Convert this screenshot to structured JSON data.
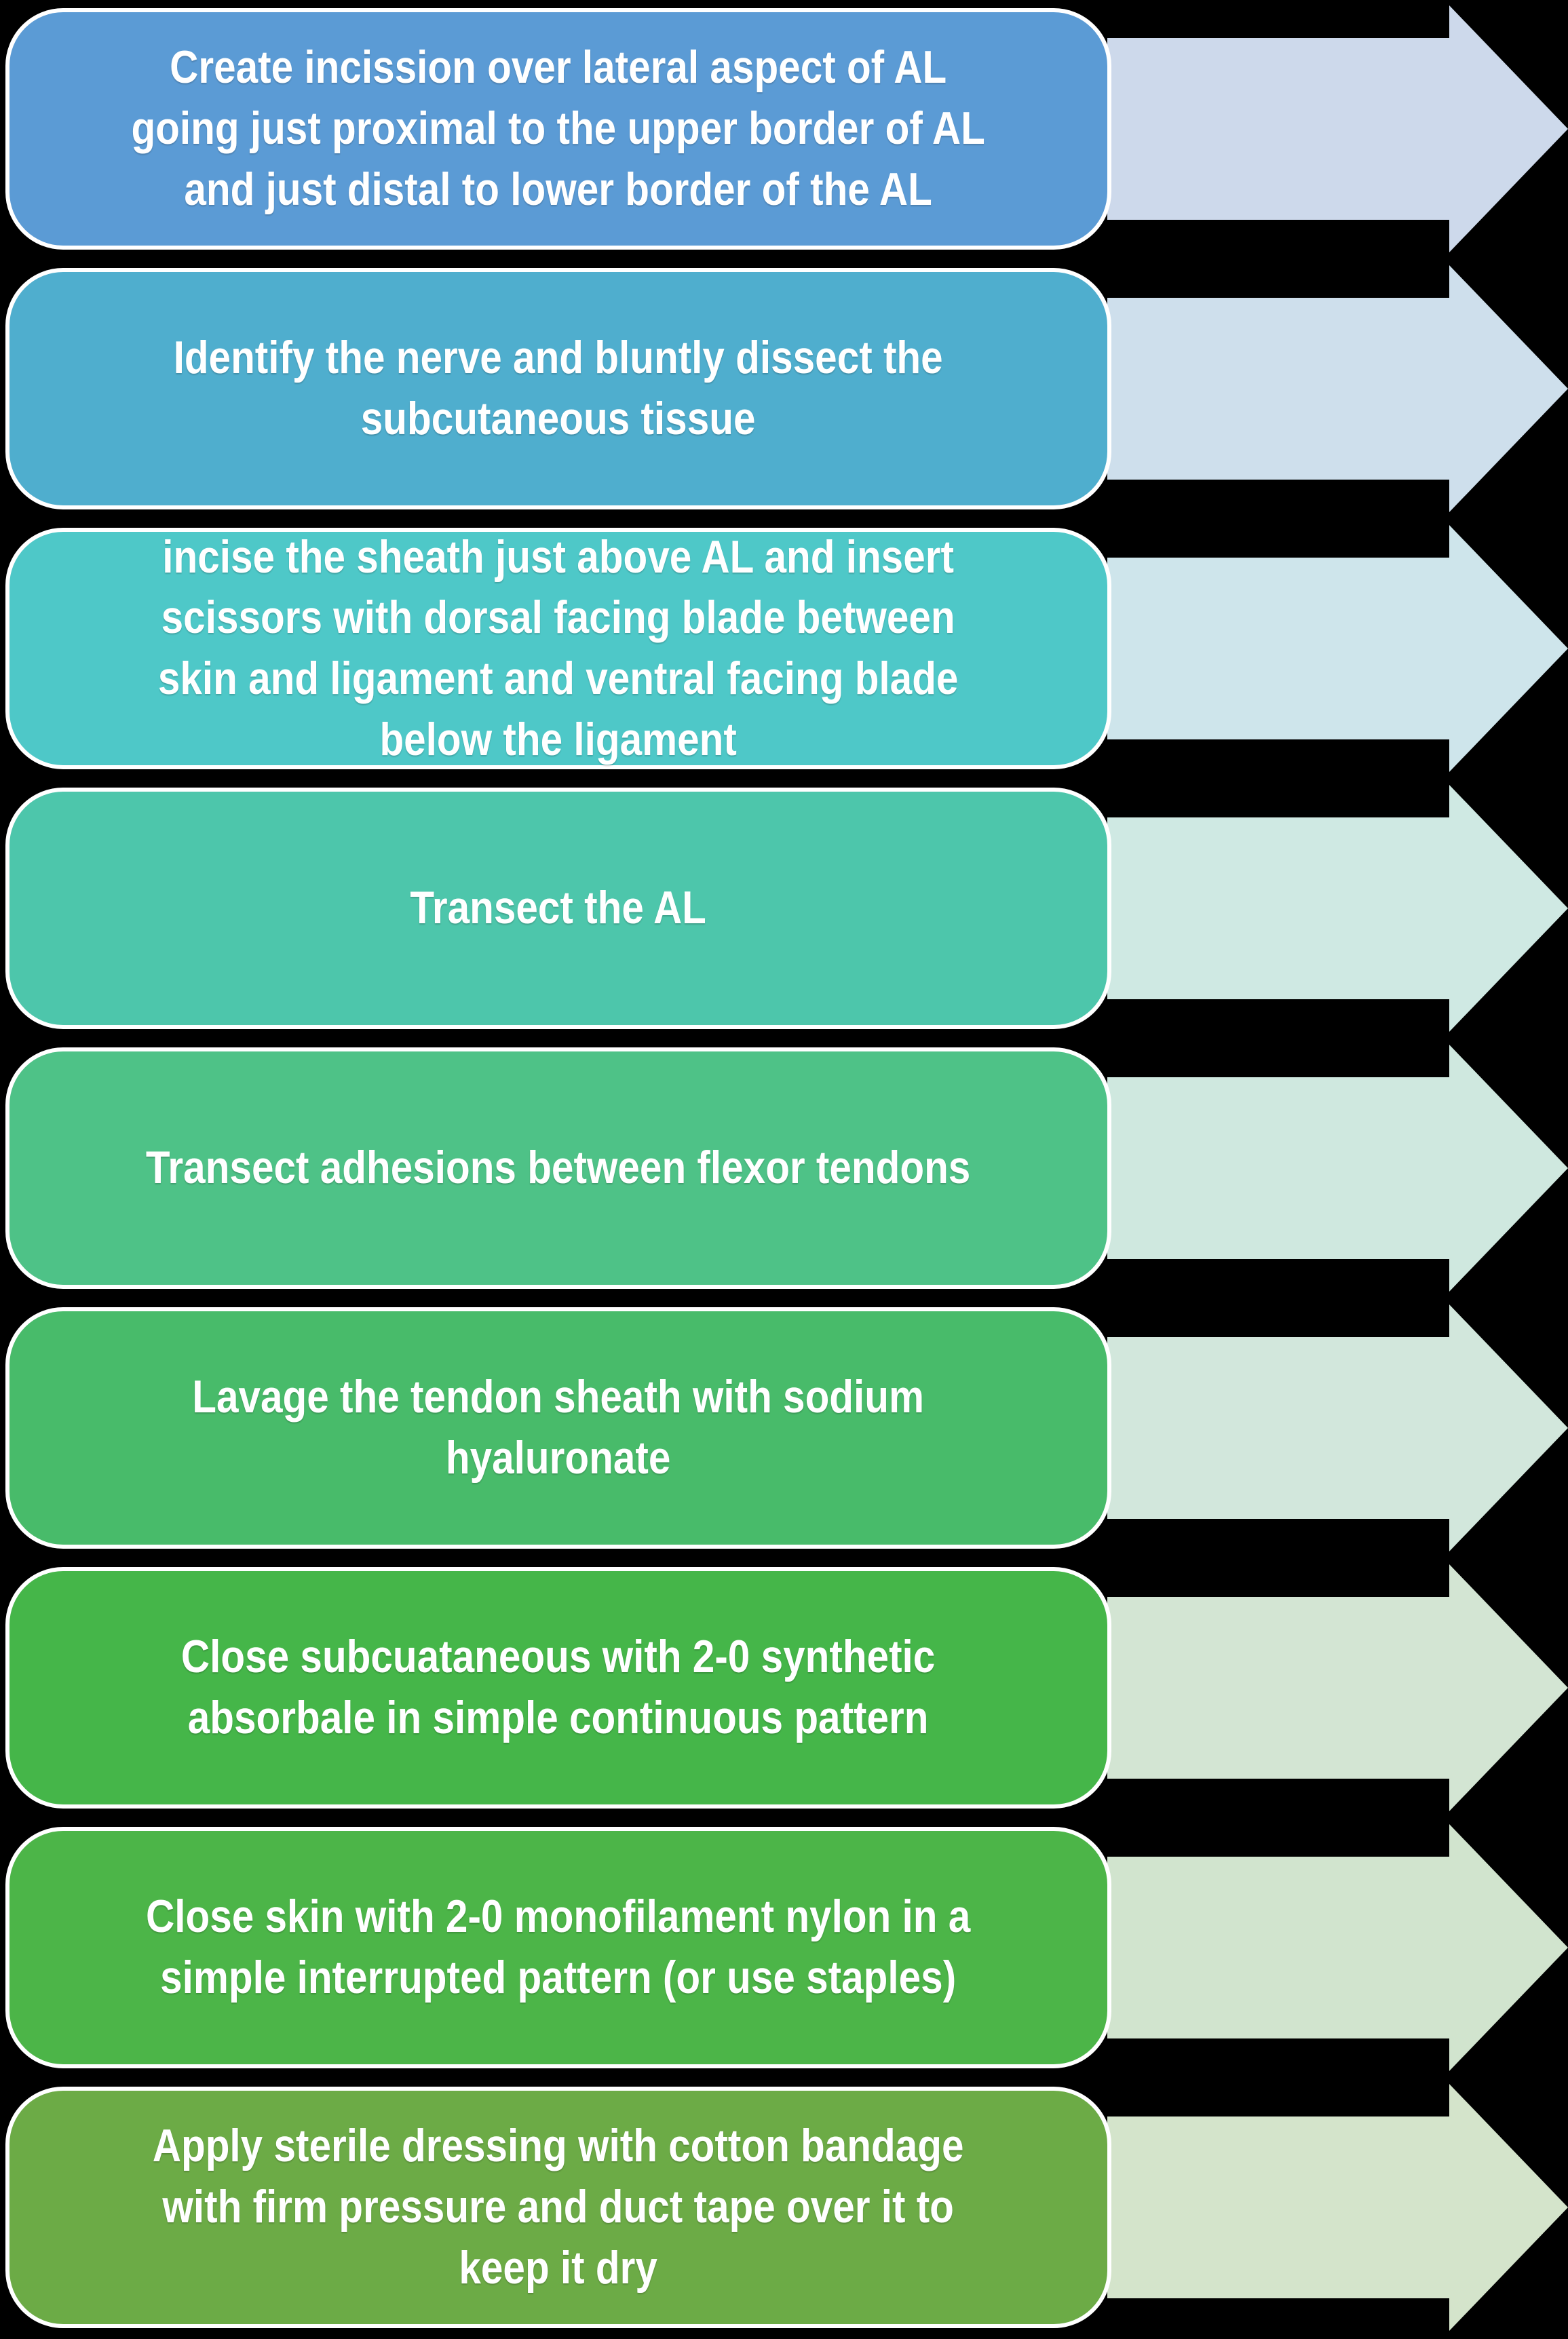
{
  "diagram": {
    "background_color": "#000000",
    "box_border_color": "#ffffff",
    "text_color": "#ffffff",
    "steps": [
      {
        "text": "Create incission over lateral aspect of AL\ngoing just proximal to the upper border of AL\nand just distal to lower border of the AL",
        "box_color": "#5B9BD5",
        "arrow_color": "#CDD9EB"
      },
      {
        "text": "Identify the nerve and bluntly dissect the\nsubcutaneous tissue",
        "box_color": "#4FAECE",
        "arrow_color": "#CEDFEC"
      },
      {
        "text": "incise the sheath just above AL and insert\nscissors with dorsal facing blade between\nskin and ligament and ventral facing blade\nbelow the ligament",
        "box_color": "#4EC8C8",
        "arrow_color": "#CEE5EB"
      },
      {
        "text": "Transect the AL",
        "box_color": "#4DC6AB",
        "arrow_color": "#CFE9E3"
      },
      {
        "text": "Transect adhesions between flexor tendons",
        "box_color": "#4EC287",
        "arrow_color": "#CFE8DF"
      },
      {
        "text": "Lavage the tendon sheath with sodium\nhyaluronate",
        "box_color": "#48BB6A",
        "arrow_color": "#D2E7DC"
      },
      {
        "text": "Close subcuataneous with 2-0 synthetic\nabsorbale in simple continuous pattern",
        "box_color": "#45B649",
        "arrow_color": "#D3E5D3"
      },
      {
        "text": "Close  skin with 2-0 monofilament nylon in a\nsimple interrupted pattern (or use staples)",
        "box_color": "#4CB548",
        "arrow_color": "#D1E4CE"
      },
      {
        "text": "Apply sterile dressing with cotton bandage\nwith firm pressure and duct tape over it to\nkeep it dry",
        "box_color": "#6CAB46",
        "arrow_color": "#D4E4CB"
      }
    ]
  }
}
